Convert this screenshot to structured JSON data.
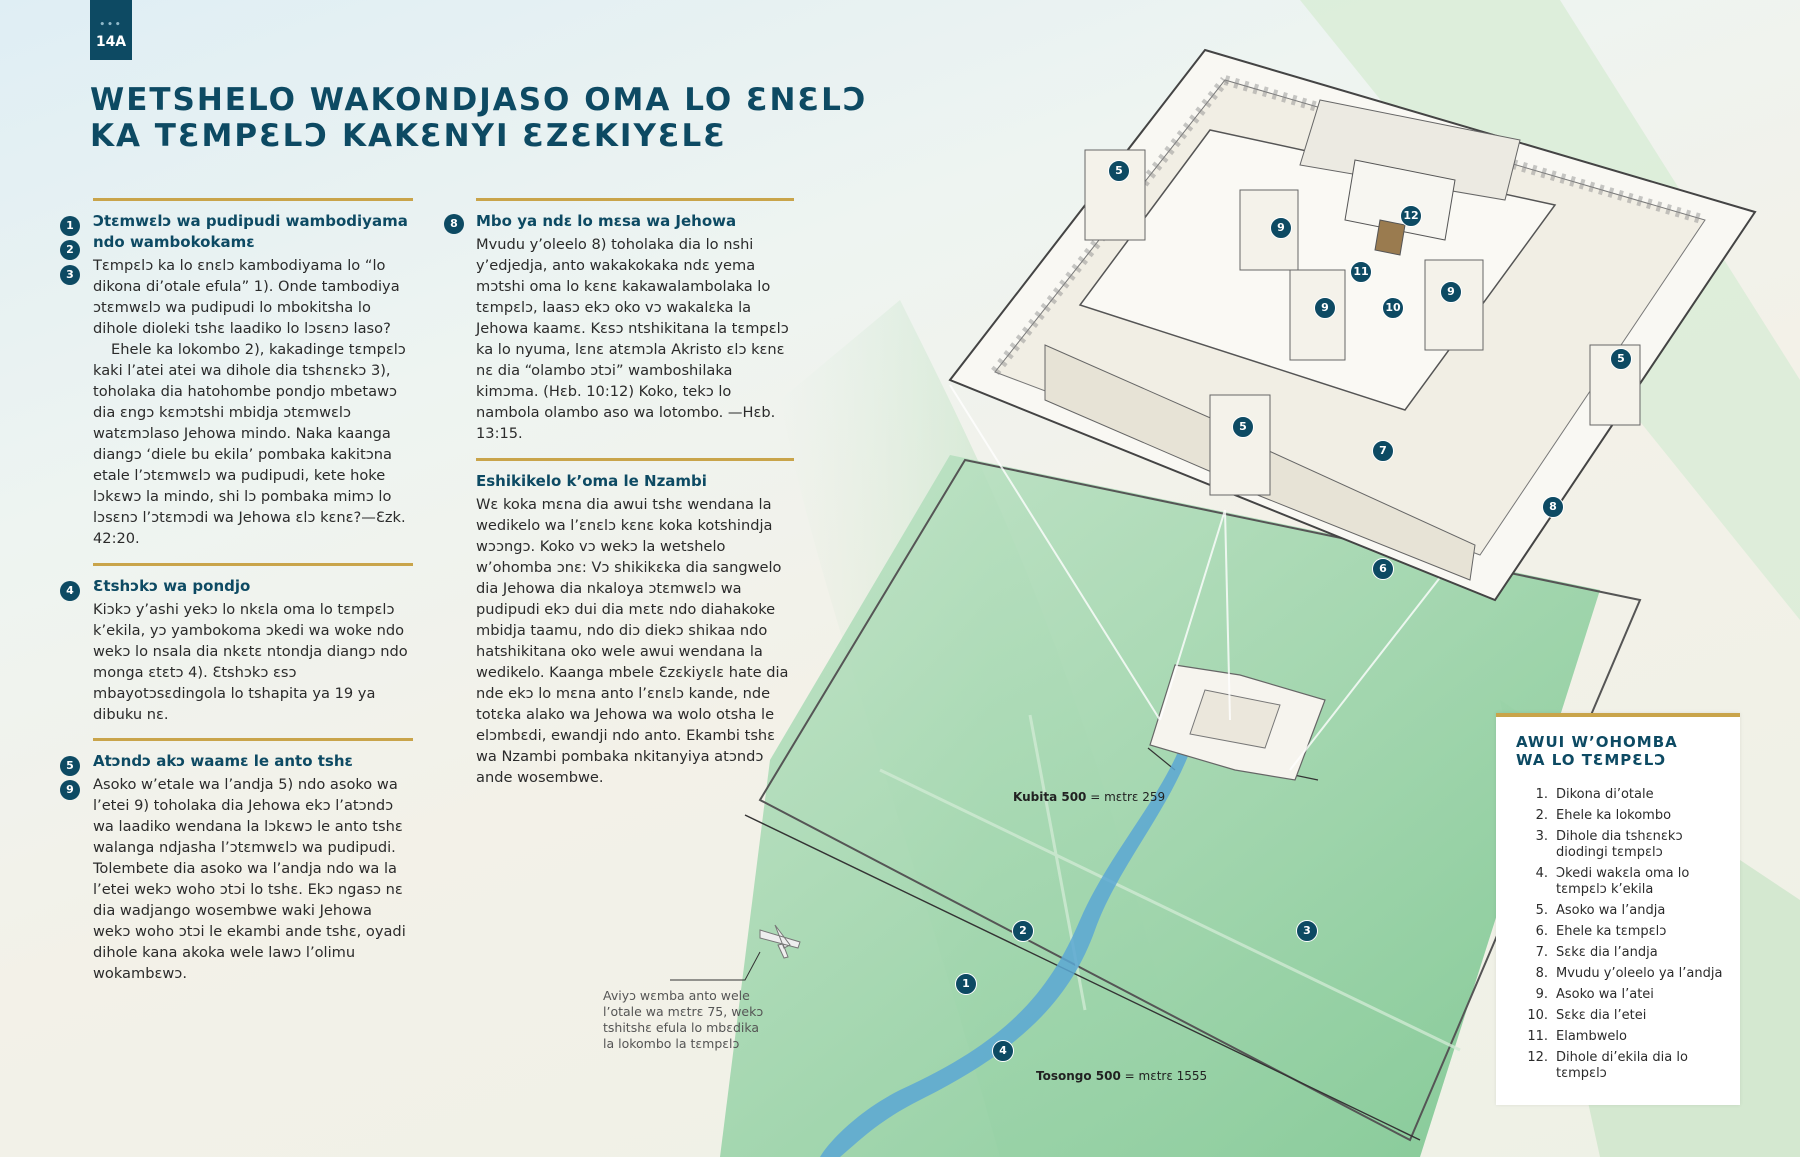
{
  "page": {
    "tag": "14A",
    "title_lines": [
      "WETSHELO WAKONDJASO OMA LO ƐNƐLƆ",
      "KA TƐMPƐLƆ KAKƐNYI ƐZƐKIYƐLƐ"
    ]
  },
  "sections": [
    {
      "markers": [
        "1",
        "2",
        "3"
      ],
      "heading": "Ɔtɛmwɛlɔ wa pudipudi wambodiyama ndo wambokokamɛ",
      "paragraphs": [
        "Tɛmpɛlɔ ka lo ɛnɛlɔ kambodiyama lo “lo dikona di’otale efula” 1). Onde tambodiya ɔtɛmwɛlɔ wa pudipudi lo mbokitshа lo dihole dioleki tshɛ laadiko lo lɔsɛnɔ laso?",
        "Ehele ka lokombo 2), kakadinge tɛmpɛlɔ kaki l’atei atei wa dihole dia tshɛnɛkɔ 3), toholaka dia hatohombe pondjo mbetawɔ dia ɛngɔ kɛmɔtshi mbidja ɔtɛmwɛlɔ watɛmɔlaso Jehowa mindo. Naka kaanga diangɔ ‘diele bu ekila’ pombaka kakitɔna etale l’ɔtɛmwɛlɔ wa pudipudi, kete hoke lɔkɛwɔ la mindo, shi lɔ pombaka mimɔ lo lɔsɛnɔ l’ɔtɛmɔdi wa Jehowa ɛlɔ kɛnɛ?—Ɛzk. 42:20."
      ]
    },
    {
      "markers": [
        "4"
      ],
      "heading": "Ɛtshɔkɔ wa pondjo",
      "paragraphs": [
        "Kiɔkɔ y’ashi yekɔ lo nkɛla oma lo tɛmpɛlɔ k’ekila, yɔ yambokoma ɔkedi wa woke ndo wekɔ lo nsala dia nkɛtɛ ntondja diangɔ ndo monga ɛtɛtɔ 4). Ɛtshɔkɔ ɛsɔ mbayotɔsɛdingola lo tshapita ya 19 ya dibuku nɛ."
      ]
    },
    {
      "markers": [
        "5",
        "9"
      ],
      "heading": "Atɔndɔ akɔ waamɛ le anto tshɛ",
      "paragraphs": [
        "Asoko w’etale wa l’andja 5) ndo asoko wa l’etei 9) toholaka dia Jehowa ekɔ l’atɔndɔ wa laadiko wendana la lɔkɛwɔ le anto tshɛ walanga ndjasha l’ɔtɛmwɛlɔ wa pudipudi. Tolembete dia asoko wa l’andja ndo wa la l’etei wekɔ woho ɔtɔi lo tshɛ. Ekɔ ngasɔ nɛ dia wadjango wosembwe waki Jehowa wekɔ woho ɔtɔi le ekambi ande tshɛ, oyadi dihole kana akoka wele lawɔ l’olimu wokambɛwɔ."
      ]
    },
    {
      "markers": [
        "8"
      ],
      "heading": "Mbo ya ndɛ lo mɛsa wa Jehowa",
      "paragraphs": [
        "Mvudu y’oleelo 8) toholaka dia lo nshi y’edjedja, anto wakakokaka ndɛ yema mɔtshi oma lo kɛnɛ kakawalambolaka lo tɛmpɛlɔ, laasɔ ekɔ oko vɔ wakalɛka la Jehowa kaamɛ. Kɛsɔ ntshikitana la tɛmpɛlɔ ka lo nyuma, lɛnɛ atɛmɔla Akristo ɛlɔ kɛnɛ nɛ dia “olambo ɔtɔi” wamboshilaka kimɔma. (Hɛb. 10:12) Koko, tekɔ lo nambola olambo aso wa lotombo. —Hɛb. 13:15."
      ]
    },
    {
      "markers": [],
      "heading": "Eshikikelo k’oma le Nzambi",
      "paragraphs": [
        "Wɛ koka mɛna dia awui tshɛ wendana la wedikelo wa l’ɛnɛlɔ kɛnɛ koka kotshindja wɔɔngɔ. Koko vɔ wekɔ la wetshelo w’ohomba ɔnɛ: Vɔ shikikɛka dia sangwelo dia Jehowa dia nkaloya ɔtɛmwɛlɔ wa pudipudi ekɔ dui dia mɛtɛ ndo diahakoke mbidja taamu, ndo diɔ diekɔ shikaa ndo hatshikitana oko wele awui wendana la wedikelo. Kaanga mbele Ɛzɛkiyɛlɛ hate dia nde ekɔ lo mɛna anto l’ɛnɛlɔ kande, nde totɛka alako wa Jehowa wa wolo otsha le elɔmbɛdi, ewandji ndo anto. Ekambi tshɛ wa Nzambi pombaka nkitanyiya atɔndɔ ande wosembwe."
      ]
    }
  ],
  "diagram": {
    "markers": [
      "1",
      "2",
      "3",
      "4",
      "5",
      "5",
      "5",
      "6",
      "7",
      "8",
      "9",
      "9",
      "9",
      "10",
      "11",
      "12"
    ],
    "dim_width_label": "Kubita 500",
    "dim_width_value": "= mɛtrɛ 259",
    "dim_length_label": "Tosongo 500",
    "dim_length_value": "= mɛtrɛ 1555",
    "plane_note": "Aviyɔ wɛmba anto wele l’otale wa mɛtrɛ 75, wekɔ tshitshɛ efula lo mbɛdika la lokombo la tɛmpɛlɔ"
  },
  "legend": {
    "title_lines": [
      "AWUI W’OHOMBA",
      "WA LO TƐMPƐLƆ"
    ],
    "items": [
      {
        "n": "1.",
        "t": "Dikona di’otale"
      },
      {
        "n": "2.",
        "t": "Ehele ka lokombo"
      },
      {
        "n": "3.",
        "t": "Dihole dia tshɛnɛkɔ diodingi tɛmpɛlɔ"
      },
      {
        "n": "4.",
        "t": "Ɔkedi wakɛla oma lo tɛmpɛlɔ k’ekila"
      },
      {
        "n": "5.",
        "t": "Asoko wa l’andja"
      },
      {
        "n": "6.",
        "t": "Ehele ka tɛmpɛlɔ"
      },
      {
        "n": "7.",
        "t": "Sɛkɛ dia l’andja"
      },
      {
        "n": "8.",
        "t": "Mvudu y’oleelo ya l’andja"
      },
      {
        "n": "9.",
        "t": "Asoko wa l’atei"
      },
      {
        "n": "10.",
        "t": "Sɛkɛ dia l’etei"
      },
      {
        "n": "11.",
        "t": "Elambwelo"
      },
      {
        "n": "12.",
        "t": "Dihole di’ekila dia lo tɛmpɛlɔ"
      }
    ]
  },
  "colors": {
    "heading": "#0d4a63",
    "rule": "#c9a44a",
    "field": "#8fd0a0",
    "river": "#5aa7d4"
  }
}
